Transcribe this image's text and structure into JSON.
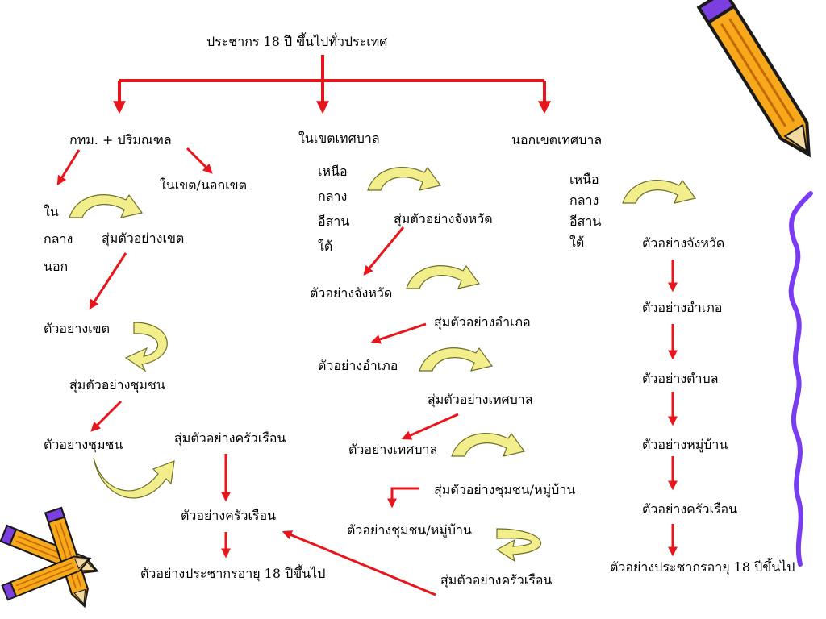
{
  "title": "ประชากร 18 ปี ขึ้นไปทั่วประเทศ",
  "branches": {
    "bkk": "กทม. + ปริมณฑล",
    "municipal": "ในเขตเทศบาล",
    "non_municipal": "นอกเขตเทศบาล"
  },
  "bkk_path": {
    "in_out": "ในเขต/นอกเขต",
    "zones": [
      "ใน",
      "กลาง",
      "นอก"
    ],
    "sample_district": "สุ่มตัวอย่างเขต",
    "district_sample": "ตัวอย่างเขต",
    "sample_community": "สุ่มตัวอย่างชุมชน",
    "community_sample": "ตัวอย่างชุมชน",
    "sample_household": "สุ่มตัวอย่างครัวเรือน",
    "household_sample": "ตัวอย่างครัวเรือน",
    "population_sample": "ตัวอย่างประชากรอายุ 18 ปีขึ้นไป"
  },
  "municipal_path": {
    "regions": [
      "เหนือ",
      "กลาง",
      "อีสาน",
      "ใต้"
    ],
    "sample_province": "สุ่มตัวอย่างจังหวัด",
    "province_sample": "ตัวอย่างจังหวัด",
    "sample_amphoe": "สุ่มตัวอย่างอำเภอ",
    "amphoe_sample": "ตัวอย่างอำเภอ",
    "sample_municipality": "สุ่มตัวอย่างเทศบาล",
    "municipality_sample": "ตัวอย่างเทศบาล",
    "sample_community_village": "สุ่มตัวอย่างชุมชน/หมู่บ้าน",
    "community_village_sample": "ตัวอย่างชุมชน/หมู่บ้าน",
    "sample_household": "สุ่มตัวอย่างครัวเรือน"
  },
  "non_municipal_path": {
    "regions": [
      "เหนือ",
      "กลาง",
      "อีสาน",
      "ใต้"
    ],
    "province_sample": "ตัวอย่างจังหวัด",
    "amphoe_sample": "ตัวอย่างอำเภอ",
    "tambon_sample": "ตัวอย่างตำบล",
    "village_sample": "ตัวอย่างหมู่บ้าน",
    "household_sample": "ตัวอย่างครัวเรือน",
    "population_sample": "ตัวอย่างประชากรอายุ 18 ปีขึ้นไป"
  },
  "colors": {
    "arrow": "#e8161c",
    "curve_fill": "#f2ee8c",
    "curve_stroke": "#7f7f2a",
    "pencil_body": "#f7a81b",
    "pencil_outline": "#1a1a1a",
    "pencil_band": "#7b3fe0",
    "squiggle": "#7a3cf2"
  },
  "icons": [
    "pencil-icon",
    "crossed-pencils-icon",
    "curved-arrow-icon",
    "squiggle-line-icon"
  ]
}
